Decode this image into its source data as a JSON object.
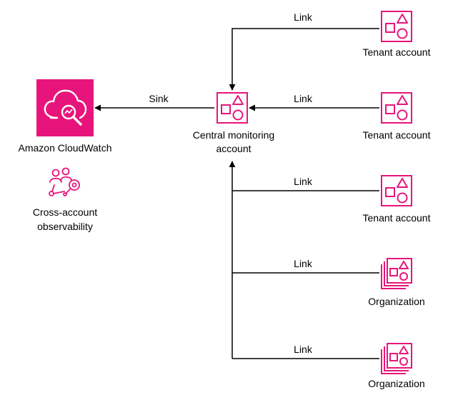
{
  "colors": {
    "accent": "#e7157b",
    "line": "#000000",
    "text": "#000000"
  },
  "cloudwatch": {
    "name": "Amazon CloudWatch",
    "icon": "cloudwatch-icon"
  },
  "cross_account": {
    "line1": "Cross-account",
    "line2": "observability",
    "icon": "cross-account-observability-icon"
  },
  "central": {
    "line1": "Central monitoring",
    "line2": "account",
    "icon": "account-icon"
  },
  "sink_label": "Sink",
  "sources": [
    {
      "label": "Tenant account",
      "link_label": "Link",
      "icon": "account-icon"
    },
    {
      "label": "Tenant account",
      "link_label": "Link",
      "icon": "account-icon"
    },
    {
      "label": "Tenant account",
      "link_label": "Link",
      "icon": "account-icon"
    },
    {
      "label": "Organization",
      "link_label": "Link",
      "icon": "organization-icon"
    },
    {
      "label": "Organization",
      "link_label": "Link",
      "icon": "organization-icon"
    }
  ]
}
